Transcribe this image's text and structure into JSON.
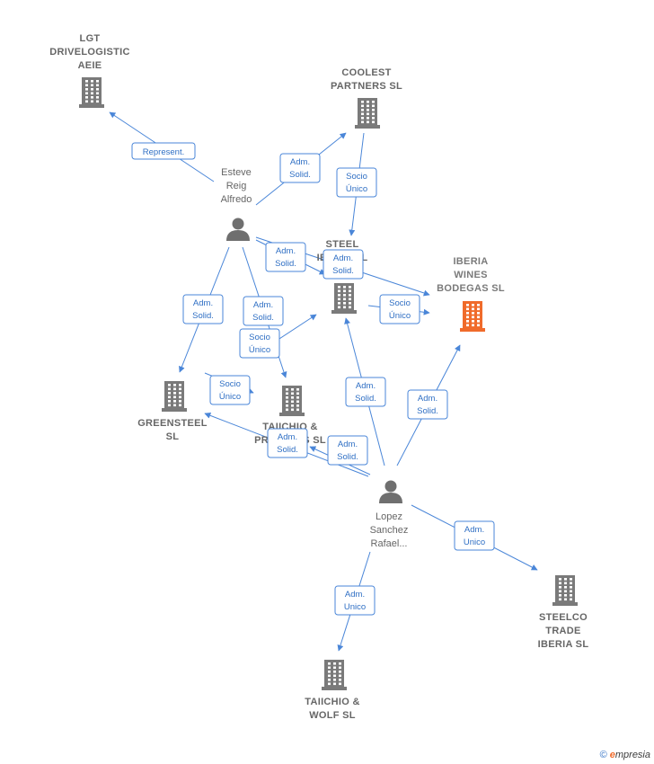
{
  "colors": {
    "building": "#7a7a7a",
    "focus": "#f06b2b",
    "person": "#6f6f6f",
    "edge": "#4a86d8"
  },
  "nodes": {
    "lgt": {
      "lines": [
        "LGT",
        "DRIVELOGISTIC",
        "AEIE"
      ],
      "icon": "building-icon"
    },
    "coolest": {
      "lines": [
        "COOLEST",
        "PARTNERS  SL"
      ],
      "icon": "building-icon"
    },
    "esteve": {
      "lines": [
        "Esteve",
        "Reig",
        "Alfredo"
      ],
      "icon": "person-icon"
    },
    "steel": {
      "lines": [
        "STEEL",
        "IBERIA  SL"
      ],
      "icon": "building-icon"
    },
    "iberia_wines": {
      "lines": [
        "IBERIA",
        "WINES",
        "BODEGAS  SL"
      ],
      "icon": "building-icon"
    },
    "greensteel": {
      "lines": [
        "GREENSTEEL",
        "SL"
      ],
      "icon": "building-icon"
    },
    "taiichio_pr": {
      "lines": [
        "TAIICHIO &",
        "PROJECTS  SL"
      ],
      "icon": "building-icon"
    },
    "lopez": {
      "lines": [
        "Lopez",
        "Sanchez",
        "Rafael..."
      ],
      "icon": "person-icon"
    },
    "steelco": {
      "lines": [
        "STEELCO",
        "TRADE",
        "IBERIA  SL"
      ],
      "icon": "building-icon"
    },
    "taiichio_wolf": {
      "lines": [
        "TAIICHIO &",
        "WOLF  SL"
      ],
      "icon": "building-icon"
    }
  },
  "edges": [
    {
      "lines": [
        "Represent."
      ]
    },
    {
      "lines": [
        "Adm.",
        "Solid."
      ]
    },
    {
      "lines": [
        "Socio",
        "Único"
      ]
    },
    {
      "lines": [
        "Adm.",
        "Solid."
      ]
    },
    {
      "lines": [
        "Adm.",
        "Solid."
      ]
    },
    {
      "lines": [
        "Socio",
        "Único"
      ]
    },
    {
      "lines": [
        "Adm.",
        "Solid."
      ]
    },
    {
      "lines": [
        "Adm.",
        "Solid."
      ]
    },
    {
      "lines": [
        "Socio",
        "Único"
      ]
    },
    {
      "lines": [
        "Socio",
        "Único"
      ]
    },
    {
      "lines": [
        "Adm.",
        "Solid."
      ]
    },
    {
      "lines": [
        "Adm.",
        "Solid."
      ]
    },
    {
      "lines": [
        "Adm.",
        "Solid."
      ]
    },
    {
      "lines": [
        "Adm.",
        "Solid."
      ]
    },
    {
      "lines": [
        "Adm.",
        "Unico"
      ]
    },
    {
      "lines": [
        "Adm.",
        "Unico"
      ]
    }
  ],
  "footer": {
    "copyright": "©",
    "brand_e": "e",
    "brand_rest": "mpresia"
  }
}
